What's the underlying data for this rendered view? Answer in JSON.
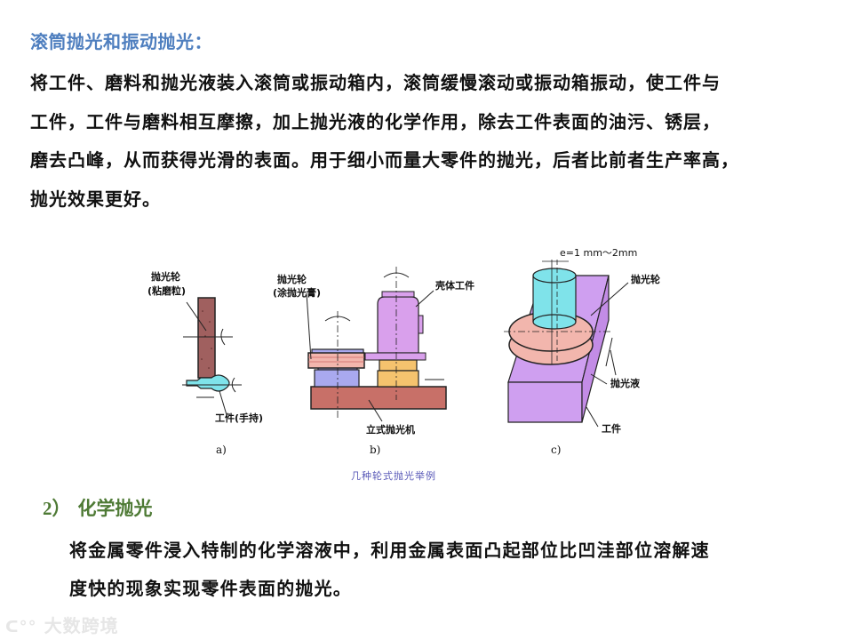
{
  "section1": {
    "heading": "滚筒抛光和振动抛光：",
    "lines": [
      "将工件、磨料和抛光液装入滚筒或振动箱内，滚筒缓慢滚动或振动箱振动，使工件与",
      "工件，工件与磨料相互摩擦，加上抛光液的化学作用，除去工件表面的油污、锈层，",
      "磨去凸峰，从而获得光滑的表面。用于细小而量大零件的抛光，后者比前者生产率高，",
      "抛光效果更好。"
    ]
  },
  "figure": {
    "caption": "几种轮式抛光举例",
    "a": {
      "label": "a)",
      "wheel_label_1": "抛光轮",
      "wheel_label_2": "(粘磨粒)",
      "workpiece_label": "工件(手持)"
    },
    "b": {
      "label": "b)",
      "wheel_label_1": "抛光轮",
      "wheel_label_2": "(涂抛光膏)",
      "workpiece_label": "壳体工件",
      "machine_label": "立式抛光机"
    },
    "c": {
      "label": "c)",
      "offset_label": "e=1 mm～2mm",
      "wheel_label": "抛光轮",
      "liquid_label": "抛光液",
      "workpiece_label": "工件"
    },
    "colors": {
      "wheel_brown": "#a0605f",
      "workpiece_cyan": "#7fe3ea",
      "housing_violet": "#d9a0ec",
      "spindle_blue": "#a9a9ef",
      "wheel_pink": "#f2b6ad",
      "base_red": "#c87068",
      "block_yellow": "#f5c36e",
      "block_purple": "#cf9ff0"
    }
  },
  "section2": {
    "number": "2）",
    "heading": "化学抛光",
    "lines": [
      "将金属零件浸入特制的化学溶液中，利用金属表面凸起部位比凹洼部位溶解速",
      "度快的现象实现零件表面的抛光。"
    ]
  },
  "watermark": {
    "text": "大数跨境",
    "logo": "1688-logo-icon"
  }
}
